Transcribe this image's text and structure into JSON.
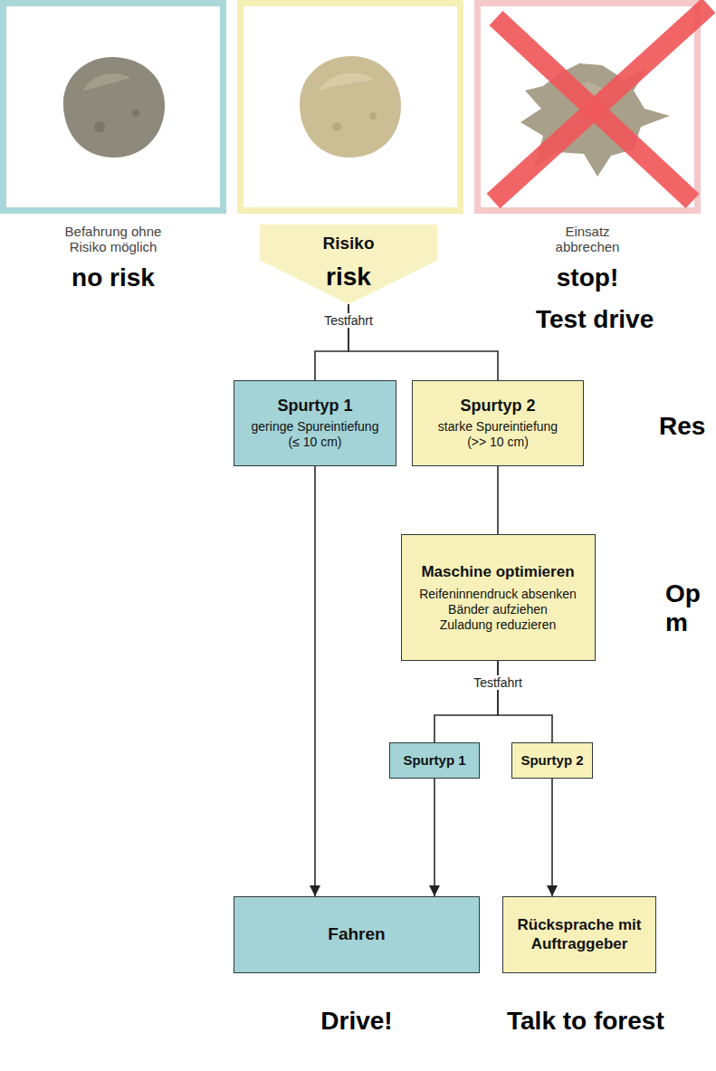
{
  "diagram": {
    "nodes": [
      {
        "text": [
          "Risiko"
        ]
      },
      {
        "text": [
          "Spurtyp 1",
          "geringe Spureintiefung (≤ 10 cm)"
        ]
      },
      {
        "text": [
          "Spurtyp 2",
          "starke Spureintiefung (>> 10 cm)"
        ]
      },
      {
        "text": [
          "Maschine optimieren",
          "Reifeninnendruck absenken",
          "Bänder aufziehen",
          "Zuladung reduzieren"
        ]
      },
      {
        "text": [
          "Spurtyp 1"
        ]
      },
      {
        "text": [
          "Spurtyp 2"
        ]
      },
      {
        "text": [
          "Fahren"
        ]
      },
      {
        "text": [
          "Rücksprache mit Auftraggeber"
        ]
      }
    ],
    "edges": [
      {
        "from": 0,
        "to": 1,
        "arrow": "none"
      },
      {
        "from": 0,
        "to": 2,
        "arrow": "none"
      },
      {
        "from": 1,
        "to": 6,
        "arrow": "to"
      },
      {
        "from": 2,
        "to": 3,
        "arrow": "none"
      },
      {
        "from": 3,
        "to": 4,
        "arrow": "none"
      },
      {
        "from": 3,
        "to": 5,
        "arrow": "none"
      },
      {
        "from": 4,
        "to": 6,
        "arrow": "to"
      },
      {
        "from": 5,
        "to": 7,
        "arrow": "to"
      }
    ],
    "labels": [
      "Befahrung ohne Risiko möglich",
      "Einsatz abbrechen",
      "no risk",
      "risk",
      "stop!",
      "Testfahrt",
      "Test drive",
      "Res",
      "Op m",
      "Testfahrt",
      "Drive!",
      "Talk to forest"
    ]
  }
}
